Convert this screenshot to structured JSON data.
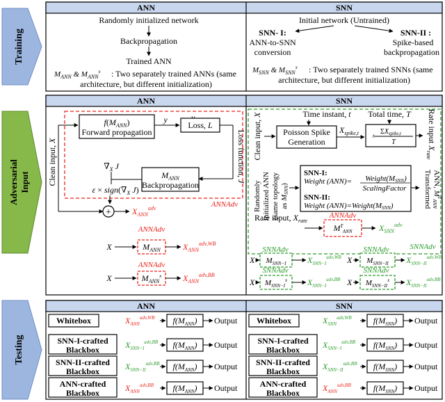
{
  "colors": {
    "header_fill": "#c9d7ee",
    "arrow_fill": "#9db6e0",
    "arrow_green": "#86b84a",
    "red": "#e8241c",
    "green": "#2a9a2a",
    "black": "#000000"
  },
  "training": {
    "label": "Training",
    "ann_header": "ANN",
    "snn_header": "SNN",
    "ann": {
      "step1": "Randomly initialized network",
      "step2": "Backpropagation",
      "step3": "Trained ANN",
      "note_sym": "M_ANN & M_ANN^x",
      "note1": ": Two separately trained ANNs (same",
      "note2": "architecture, but different initialization)"
    },
    "snn": {
      "top": "Initial network (Untrained)",
      "snn1_title": "SNN- I:",
      "snn1_l1": "ANN-to-SNN",
      "snn1_l2": "conversion",
      "snn2_title": "SNN-II :",
      "snn2_l1": "Spike-based",
      "snn2_l2": "backpropagation",
      "note_sym": "M_SNN & M_SNN^x",
      "note1": ": Two separately trained SNNs (same",
      "note2": "architecture, but different initialization)"
    }
  },
  "adversarial": {
    "label1": "Adversarial",
    "label2": "Input",
    "ann_header": "ANN",
    "snn_header": "SNN",
    "ann": {
      "clean_input": "Clean input, X",
      "fwd_l1": "f(M_ANN)",
      "fwd_l2": "Forward propagation",
      "y": "y",
      "ytrue": "y_true",
      "loss": "Loss, L",
      "loss_fn": "Loss function, J",
      "grad": "∇_X J",
      "bwd_l1": "M_ANN",
      "bwd_l2": "Backpropagation",
      "eps": "ε × sign(∇_X J)",
      "plus": "+",
      "out": "X_ANN^adv",
      "group": "ANNAdv",
      "x1": "X",
      "wb_box": "M_ANN",
      "wb_out": "X_ANN^adv,WB",
      "group2": "ANNAdv",
      "x2": "X",
      "bb_box": "M_ANN^x",
      "bb_out": "X_ANN^adv,BB"
    },
    "snn": {
      "clean_input": "Clean input, X",
      "time_instant": "Time instant, t",
      "poisson_l1": "Poisson Spike",
      "poisson_l2": "Generation",
      "xspike": "X_spike,t",
      "total_time": "Total time, T",
      "rate_input_side": "Rate input X_rate",
      "rand_init1": "Randomly",
      "rand_init2": "initialized ANN",
      "rand_init3": "(same topology",
      "rand_init4": "as M_SNN)",
      "snn1": "SNN-I:",
      "snn1_eq": "Weight (ANN)=Weight(M_SNN) / ScalingFactor",
      "snn2": "SNN-II:",
      "snn2_eq": "Weight (ANN)=Weight(M_SNN)",
      "transformed": "Transformed ANN, M^T_ANN",
      "rate_input": "Rate input, X_rate",
      "group_ann": "ANNAdv",
      "mt_box": "M^T_ANN",
      "out": "X_SNN^adv",
      "group_snn": "SNNAdv",
      "x": "X",
      "snn1_box": "M_SNN-I",
      "snn1_wb": "X_SNN-I^adv,WB",
      "snn2_box": "M_SNN-II",
      "snn2_wb": "X_SNN-II^adv,WB",
      "snn1x_box": "M_SNN-I^x",
      "snn1_bb": "X_SNN-I^adv,BB",
      "snn2x_box": "M_SNN-II^x",
      "snn2_bb": "X_SNN-II^adv,BB"
    }
  },
  "testing": {
    "label": "Testing",
    "ann_header": "ANN",
    "snn_header": "SNN",
    "rows": [
      {
        "ann_label": [
          "Whitebox"
        ],
        "ann_x": "X_ANN^adv,WB",
        "ann_x_color": "red",
        "ann_f": "f(M_ANN)",
        "snn_label": [
          "Whitebox"
        ],
        "snn_x": "X_SNN^adv,WB",
        "snn_x_color": "green",
        "snn_f": "f(M_SNN)",
        "output": "Output"
      },
      {
        "ann_label": [
          "SNN-I-crafted",
          "Blackbox"
        ],
        "ann_x": "X_SNN-I^adv,BB",
        "ann_x_color": "green",
        "ann_f": "f(M_ANN)",
        "snn_label": [
          "SNN-I-crafted",
          "Blackbox"
        ],
        "snn_x": "X_SNN-I^adv,BB",
        "snn_x_color": "green",
        "snn_f": "f(M_SNN)",
        "output": "Output"
      },
      {
        "ann_label": [
          "SNN-II-crafted",
          "Blackbox"
        ],
        "ann_x": "X_SNN-II^adv,BB",
        "ann_x_color": "green",
        "ann_f": "f(M_ANN)",
        "snn_label": [
          "SNN-II-crafted",
          "Blackbox"
        ],
        "snn_x": "X_SNN-II^adv,BB",
        "snn_x_color": "green",
        "snn_f": "f(M_SNN)",
        "output": "Output"
      },
      {
        "ann_label": [
          "ANN-crafted",
          "Blackbox"
        ],
        "ann_x": "X_ANN^adv,BB",
        "ann_x_color": "red",
        "ann_f": "f(M_ANN)",
        "snn_label": [
          "ANN-crafted",
          "Blackbox"
        ],
        "snn_x": "X_ANN^adv,BB",
        "snn_x_color": "red",
        "snn_f": "f(M_SNN)",
        "output": "Output"
      }
    ]
  }
}
